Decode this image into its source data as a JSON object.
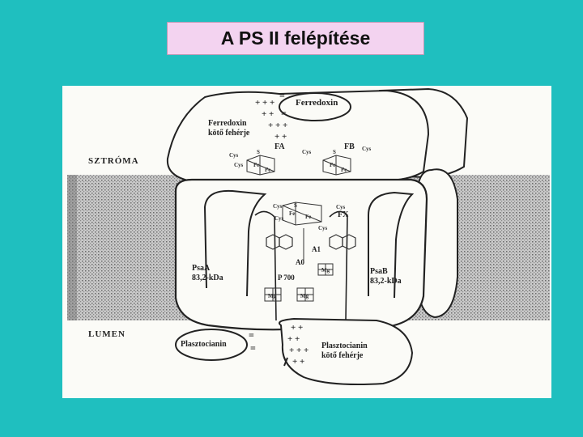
{
  "title": "A PS II felépítése",
  "labels": {
    "ferredoxin": "Ferredoxin",
    "ferredoxin_binding_1": "Ferredoxin",
    "ferredoxin_binding_2": "kötő fehérje",
    "stroma": "SZTRÓMA",
    "lumen": "LUMEN",
    "psaA_1": "PsaA",
    "psaA_2": "83,2-kDa",
    "psaB_1": "PsaB",
    "psaB_2": "83,2-kDa",
    "plastocyanin": "Plasztocianin",
    "plastocyanin_binding_1": "Plasztocianin",
    "plastocyanin_binding_2": "kötő fehérje",
    "fa": "FA",
    "fb": "FB",
    "fx": "FX",
    "a1": "A1",
    "a0": "A0",
    "p700": "P 700",
    "cys": "Cys",
    "fe": "Fe",
    "s": "S",
    "mg": "Mg"
  },
  "colors": {
    "background": "#1fbfbf",
    "title_box": "#f3d3f0",
    "membrane": "#9a9a9a"
  }
}
